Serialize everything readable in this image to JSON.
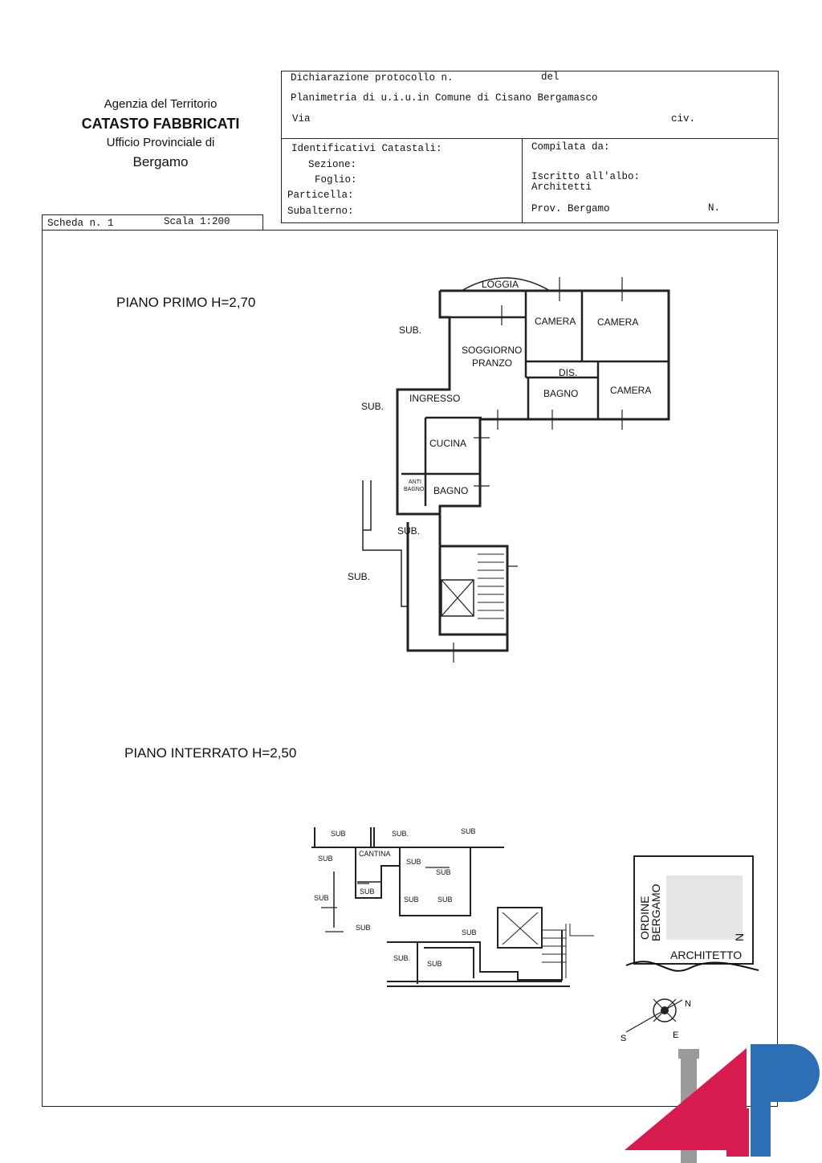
{
  "header": {
    "agency_line1": "Agenzia del Territorio",
    "agency_line2": "CATASTO FABBRICATI",
    "agency_line3": "Ufficio Provinciale di",
    "agency_line4": "Bergamo",
    "protocol_label": "Dichiarazione protocollo n.",
    "del_label": "del",
    "planimetria_label": "Planimetria di u.i.u.in Comune di Cisano Bergamasco",
    "via_label": "Via",
    "civ_label": "civ.",
    "identificativi_label": "Identificativi Catastali:",
    "sezione_label": "Sezione:",
    "foglio_label": "Foglio:",
    "particella_label": "Particella:",
    "subalterno_label": "Subalterno:",
    "compilata_label": "Compilata da:",
    "iscritto_label": "Iscritto all'albo:",
    "albo_value": "Architetti",
    "prov_label": "Prov. Bergamo",
    "n_label": "N.",
    "scheda_label": "Scheda n. 1",
    "scala_label": "Scala 1:200"
  },
  "plans": {
    "primo": {
      "title": "PIANO PRIMO H=2,70",
      "rooms": [
        "LOGGIA",
        "CAMERA",
        "CAMERA",
        "SOGGIORNO",
        "PRANZO",
        "DIS.",
        "BAGNO",
        "CAMERA",
        "INGRESSO",
        "CUCINA",
        "ANTI",
        "BAGNO",
        "BAGNO",
        "SUB.",
        "SUB.",
        "SUB.",
        "SUB."
      ]
    },
    "interrato": {
      "title": "PIANO INTERRATO H=2,50",
      "rooms": [
        "SUB",
        "SUB.",
        "SUB",
        "SUB",
        "CANTINA",
        "SUB",
        "SUB",
        "SUB",
        "SUB",
        "SUB",
        "SUB",
        "SUB",
        "SUB",
        "SUB.",
        "SUB"
      ]
    }
  },
  "stamp": {
    "line1": "ORDINE",
    "line2": "BERGAMO",
    "line3": "N",
    "line4": "ARCHITETTO"
  },
  "compass": {
    "n": "N",
    "s": "S",
    "e": "E"
  },
  "colors": {
    "logo_red": "#d81b4f",
    "logo_blue": "#2d6fb5",
    "logo_gray": "#9a9a9a"
  }
}
